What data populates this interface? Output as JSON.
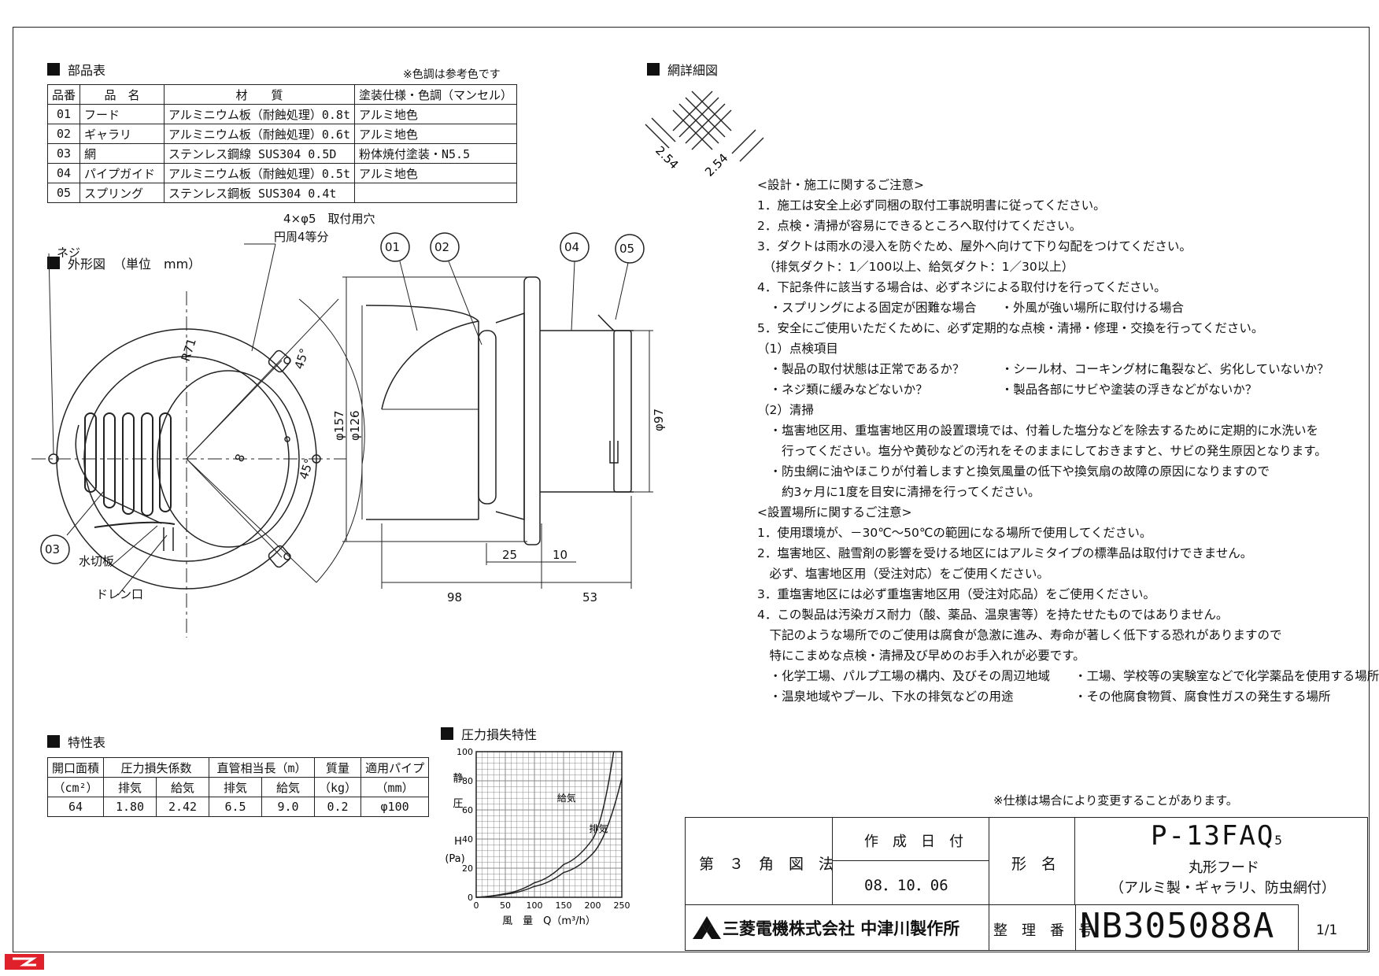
{
  "parts": {
    "title": "部品表",
    "color_note": "※色調は参考色です",
    "headers": [
      "品番",
      "品　名",
      "材　　質",
      "塗装仕様・色調（マンセル）"
    ],
    "rows": [
      [
        "01",
        "フード",
        "アルミニウム板（耐蝕処理）0.8t",
        "アルミ地色"
      ],
      [
        "02",
        "ギャラリ",
        "アルミニウム板（耐蝕処理）0.6t",
        "アルミ地色"
      ],
      [
        "03",
        "網",
        "ステンレス鋼線 SUS304 0.5D",
        "粉体焼付塗装・N5.5"
      ],
      [
        "04",
        "パイプガイド",
        "アルミニウム板（耐蝕処理）0.5t",
        "アルミ地色"
      ],
      [
        "05",
        "スプリング",
        "ステンレス鋼板 SUS304 0.4t",
        ""
      ]
    ]
  },
  "mesh": {
    "title": "網詳細図",
    "dim_a": "2.54",
    "dim_b": "2.54"
  },
  "outline": {
    "title": "外形図",
    "unit": "（単位　mm）",
    "hole_note": "4×φ5　取付用穴",
    "hole_note2": "円周4等分",
    "screw": "ネジ",
    "radius": "R71",
    "angle_a": "45°",
    "angle_b": "45°",
    "dim_h": "8",
    "water_plate": "水切板",
    "drain": "ドレン口",
    "balloons": [
      "01",
      "02",
      "03",
      "04",
      "05"
    ],
    "dia_157": "φ157",
    "dia_126": "φ126",
    "dia_97": "φ97",
    "dim_25": "25",
    "dim_10": "10",
    "dim_98": "98",
    "dim_53": "53"
  },
  "notes": {
    "design_title": "<設計・施工に関するご注意>",
    "design": [
      "1．施工は安全上必ず同梱の取付工事説明書に従ってください。",
      "2．点検・清掃が容易にできるところへ取付けてください。",
      "3．ダクトは雨水の浸入を防ぐため、屋外へ向けて下り勾配をつけてください。",
      "　（排気ダクト：1／100以上、給気ダクト：1／30以上）",
      "4．下記条件に該当する場合は、必ずネジによる取付けを行ってください。",
      "　・スプリングによる固定が困難な場合　　・外風が強い場所に取付ける場合",
      "5．安全にご使用いただくために、必ず定期的な点検・清掃・修理・交換を行ってください。",
      "（1）点検項目",
      "　・製品の取付状態は正常であるか？　　　・シール材、コーキング材に亀裂など、劣化していないか？",
      "　・ネジ類に緩みなどないか？　　　　　　・製品各部にサビや塗装の浮きなどがないか？",
      "（2）清掃",
      "　・塩害地区用、重塩害地区用の設置環境では、付着した塩分などを除去するために定期的に水洗いを",
      "　　行ってください。塩分や黄砂などの汚れをそのままにしておきますと、サビの発生原因となります。",
      "　・防虫網に油やほこりが付着しますと換気風量の低下や換気扇の故障の原因になりますので",
      "　　約3ヶ月に1度を目安に清掃を行ってください。"
    ],
    "place_title": "<設置場所に関するご注意>",
    "place": [
      "1．使用環境が、－30℃～50℃の範囲になる場所で使用してください。",
      "2．塩害地区、融雪剤の影響を受ける地区にはアルミタイプの標準品は取付けできません。",
      "　必ず、塩害地区用（受注対応）をご使用ください。",
      "3．重塩害地区には必ず重塩害地区用（受注対応品）をご使用ください。",
      "4．この製品は汚染ガス耐力（酸、薬品、温泉害等）を持たせたものではありません。",
      "　下記のような場所でのご使用は腐食が急激に進み、寿命が著しく低下する恐れがありますので",
      "　特にこまめな点検・清掃及び早めのお手入れが必要です。",
      "　・化学工場、パルプ工場の構内、及びその周辺地域　　・工場、学校等の実験室などで化学薬品を使用する場所",
      "　・温泉地域やプール、下水の排気などの用途　　　　　・その他腐食物質、腐食性ガスの発生する場所"
    ],
    "spec_note": "※仕様は場合により変更することがあります。"
  },
  "characteristics": {
    "title": "特性表",
    "h1": [
      "開口面積",
      "圧力損失係数",
      "直管相当長（m）",
      "質量",
      "適用パイプ"
    ],
    "h2": [
      "（cm²）",
      "排気",
      "給気",
      "排気",
      "給気",
      "（kg）",
      "（mm）"
    ],
    "row": [
      "64",
      "1.80",
      "2.42",
      "6.5",
      "9.0",
      "0.2",
      "φ100"
    ]
  },
  "chart_data": {
    "type": "line",
    "title": "圧力損失特性",
    "ylabel_lines": [
      "静",
      "圧",
      "H",
      "(Pa)"
    ],
    "xlabel": "風　量　Q（m³/h）",
    "xlim": [
      0,
      250
    ],
    "ylim": [
      0,
      100
    ],
    "x_ticks": [
      "0",
      "50",
      "100",
      "150",
      "200",
      "250"
    ],
    "y_ticks": [
      "0",
      "20",
      "40",
      "60",
      "80",
      "100"
    ],
    "grid": true,
    "series": [
      {
        "name": "給気",
        "x": [
          0,
          50,
          100,
          150,
          200,
          236
        ],
        "y": [
          0,
          2.5,
          10,
          22.5,
          40,
          100
        ]
      },
      {
        "name": "排気",
        "x": [
          0,
          50,
          100,
          150,
          200,
          250
        ],
        "y": [
          0,
          2,
          7.5,
          17,
          30,
          82
        ]
      }
    ]
  },
  "title_block": {
    "projection": "第　３　角　図　法",
    "date_label": "作　成　日　付",
    "date": "08．10．06",
    "model_label": "形　名",
    "model": "P-13FAQ",
    "model_sub": "5",
    "product": "丸形フード",
    "product_sub": "（アルミ製・ギャラリ、防虫網付）",
    "company": "三菱電機株式会社 中津川製作所",
    "ref_label": "整　理　番　号",
    "ref": "NB305088A",
    "sheet": "1/1"
  },
  "colors": {
    "line": "#222222",
    "stamp": "#e0202a"
  }
}
